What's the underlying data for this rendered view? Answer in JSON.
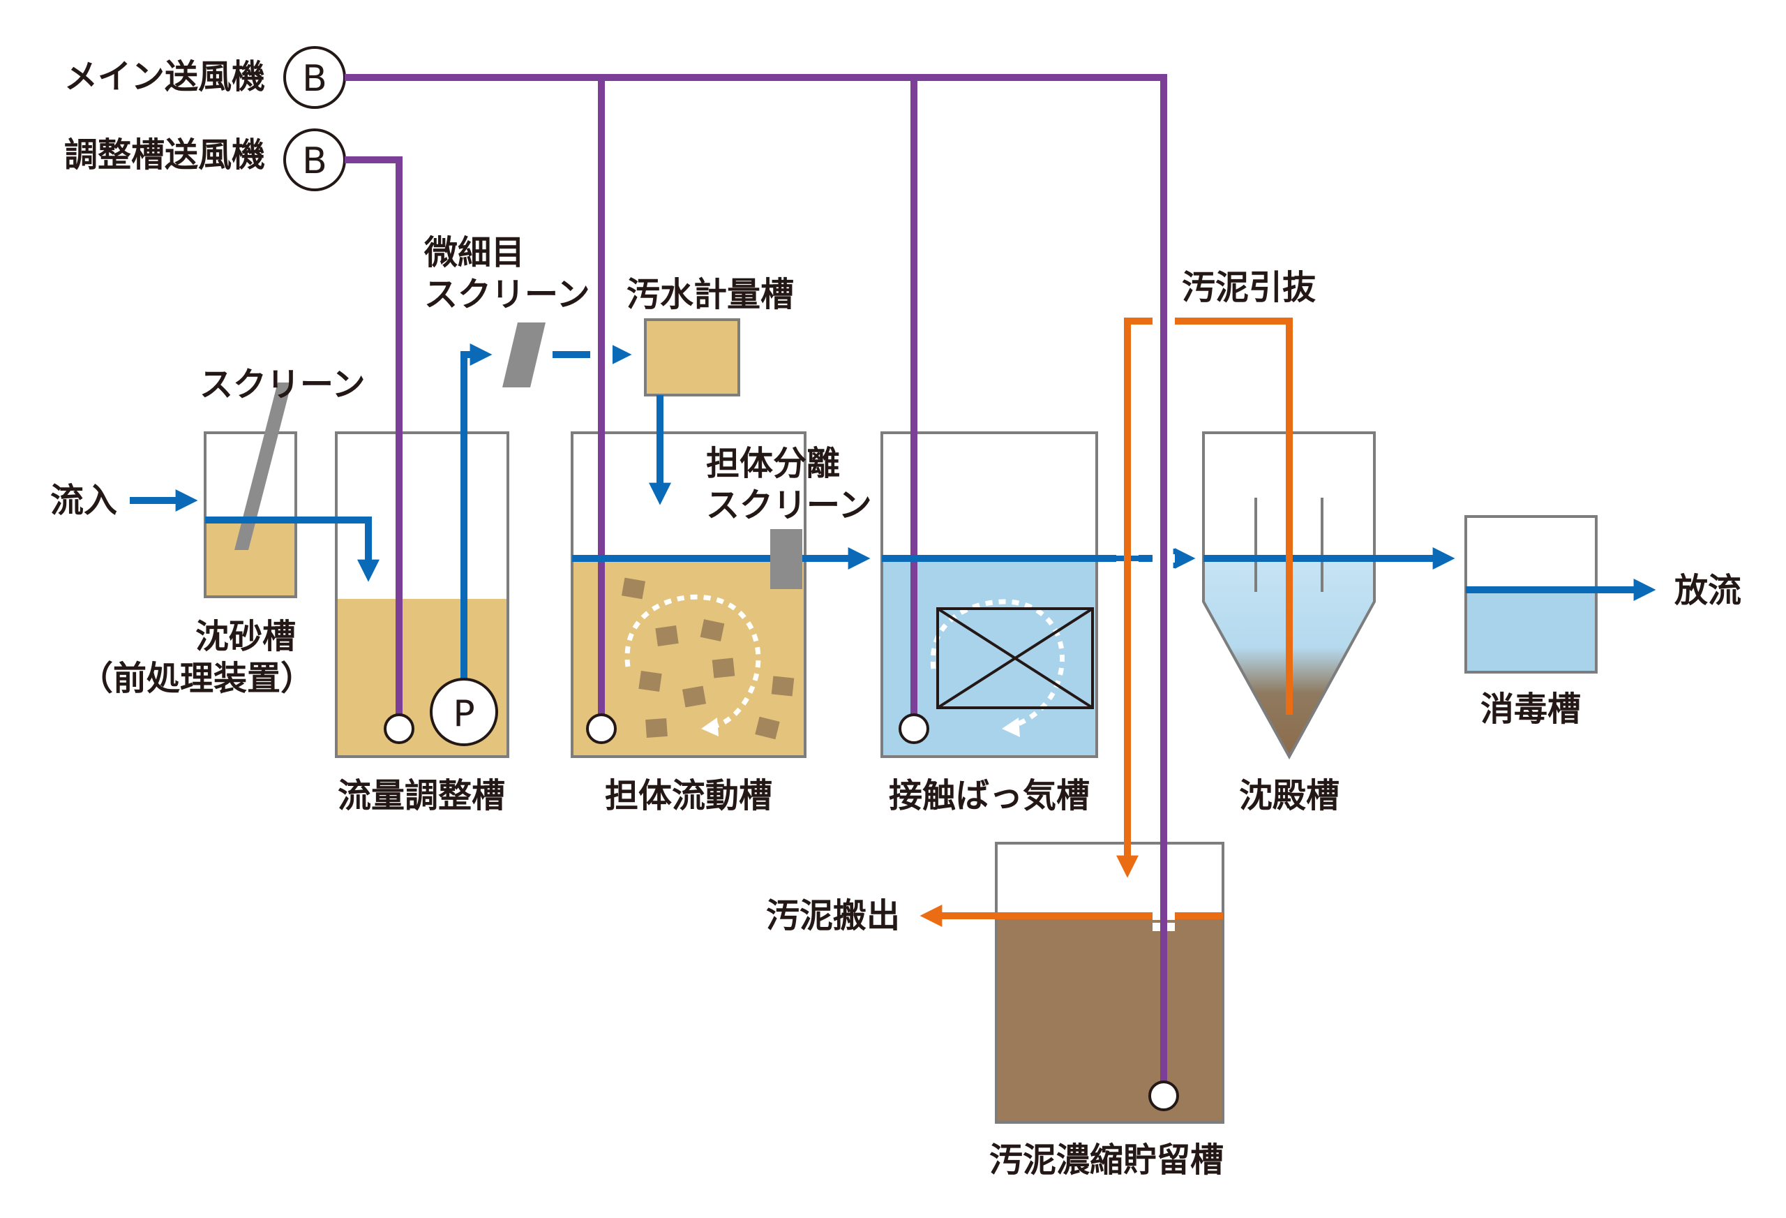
{
  "colors": {
    "air_pipe": "#7b3f97",
    "water_flow": "#0a6ab8",
    "sludge_flow": "#ea6d14",
    "tank_outline": "#7d7d7d",
    "wastewater": "#e4c37c",
    "clear_water": "#a9d3ea",
    "sludge": "#9b7b5a",
    "screen_gray": "#8c8c8c"
  },
  "blowers": {
    "main_label": "メイン送風機",
    "adjust_label": "調整槽送風機",
    "symbol": "B"
  },
  "labels": {
    "inflow": "流入",
    "discharge": "放流",
    "screen": "スクリーン",
    "fine_screen_line1": "微細目",
    "fine_screen_line2": "スクリーン",
    "metering_tank": "汚水計量槽",
    "carrier_screen_line1": "担体分離",
    "carrier_screen_line2": "スクリーン",
    "sludge_withdrawal": "汚泥引抜",
    "sludge_removal": "汚泥搬出"
  },
  "tanks": {
    "grit_line1": "沈砂槽",
    "grit_line2": "（前処理装置）",
    "flow_adjust": "流量調整槽",
    "carrier_fluid": "担体流動槽",
    "contact_aeration": "接触ばっ気槽",
    "settling": "沈殿槽",
    "disinfection": "消毒槽",
    "sludge_storage": "汚泥濃縮貯留槽"
  },
  "pump_symbol": "P"
}
